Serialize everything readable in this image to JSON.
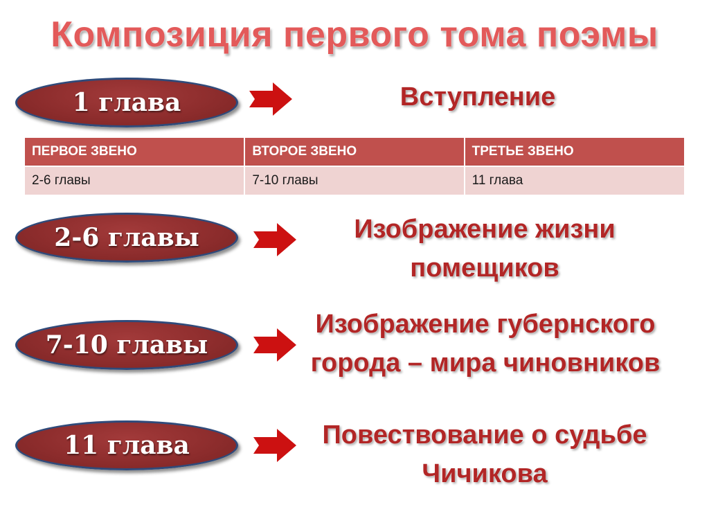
{
  "title": "Композиция первого тома поэмы",
  "table": {
    "headers": [
      "ПЕРВОЕ ЗВЕНО",
      "ВТОРОЕ ЗВЕНО",
      "ТРЕТЬЕ ЗВЕНО"
    ],
    "cells": [
      "2-6 главы",
      "7-10 главы",
      "11 глава"
    ]
  },
  "rows": [
    {
      "chapter": "1 глава",
      "description": "Вступление"
    },
    {
      "chapter": "2-6 главы",
      "description_line1": "Изображение жизни",
      "description_line2": "помещиков"
    },
    {
      "chapter": "7-10 главы",
      "description_line1": "Изображение губернского",
      "description_line2": "города – мира чиновников"
    },
    {
      "chapter": "11 глава",
      "description_line1": "Повествование о судьбе",
      "description_line2": "Чичикова"
    }
  ],
  "colors": {
    "oval": "#8c2c2c",
    "oval_border": "#2f4a7a",
    "arrow": "#cc1111",
    "title": "#e35a5a",
    "description": "#b22626",
    "table_header": "#c0504d",
    "table_cell": "#efd3d2"
  },
  "icons": {
    "arrow": "arrow-right-icon"
  }
}
